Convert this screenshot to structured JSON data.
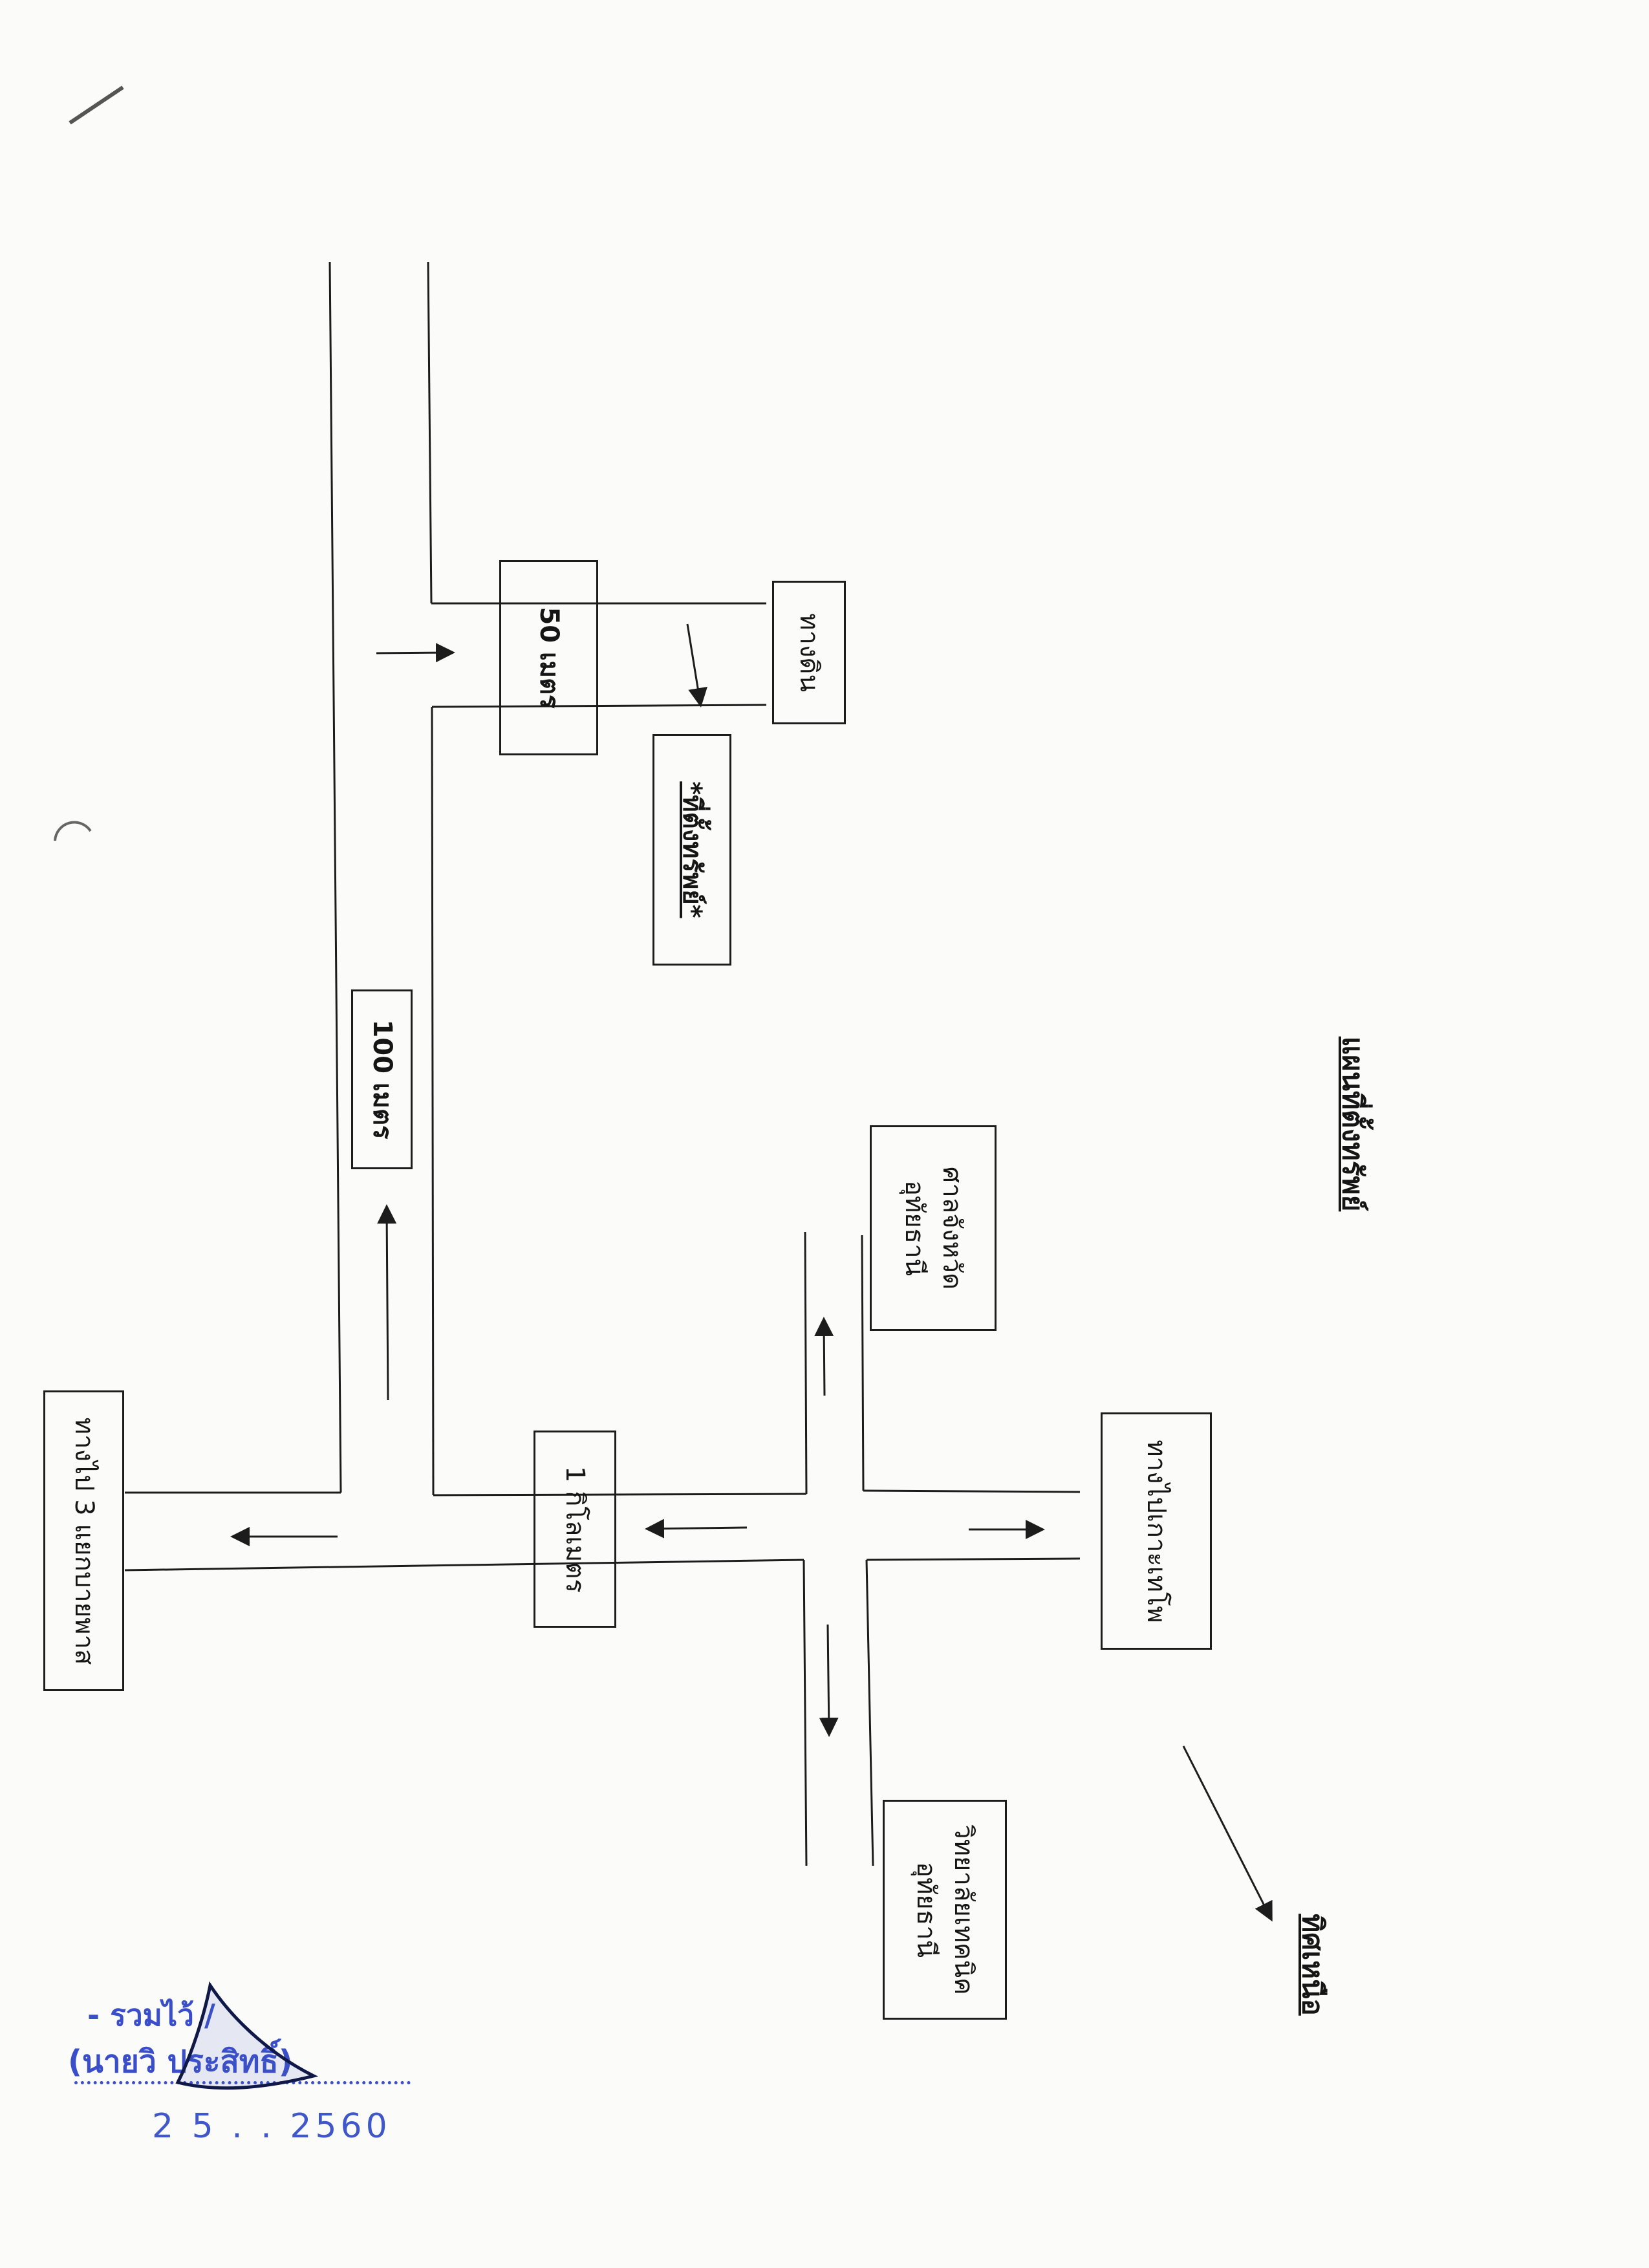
{
  "map": {
    "title": "แผนที่ตั้งทรัพย์",
    "north_label": "ทิศเหนือ",
    "boxes": {
      "dist_50m": "50 เมตร",
      "dirt_road": "ทางดิน",
      "property_location": "*ที่ตั้งทรัพย์*",
      "dist_100m": "100 เมตร",
      "provincial_court": [
        "ศาลจังหวัด",
        "อุทัยธานี"
      ],
      "to_ko_thepho": "ทางไปเกาะเทโพ",
      "technical_college": [
        "วิทยาลัยเทคนิค",
        "อุทัยธานี"
      ],
      "dist_1km": "1 กิโลเมตร",
      "to_junction": "ทางไป 3 แยกบายพาส"
    }
  },
  "stamp": {
    "line1": "- รวมไว้ /",
    "line2": "(นายวิ      ประสิทธิ์)",
    "date": "2 5   . .   2560"
  },
  "colors": {
    "ink": "#1c1c1c",
    "stamp": "#3a4ec9",
    "paper": "#fbfbfa"
  }
}
